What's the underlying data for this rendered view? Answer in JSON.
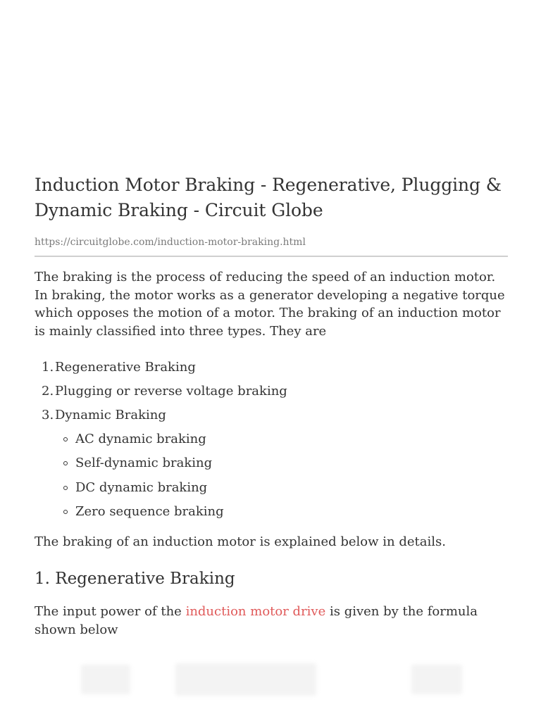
{
  "article": {
    "title": "Induction Motor Braking - Regenerative, Plugging & Dynamic Braking - Circuit Globe",
    "url": "https://circuitglobe.com/induction-motor-braking.html",
    "intro": "The braking is the process of reducing the speed of an induction motor. In braking, the motor works as a generator developing a negative torque which opposes the motion of a motor. The braking of an induction motor is mainly classified into three types. They are",
    "types": [
      {
        "number": "1.",
        "label": "Regenerative Braking"
      },
      {
        "number": "2.",
        "label": "Plugging or reverse voltage braking"
      },
      {
        "number": "3.",
        "label": "Dynamic Braking"
      }
    ],
    "subtypes": [
      "AC dynamic braking",
      "Self-dynamic braking",
      "DC dynamic braking",
      "Zero sequence braking"
    ],
    "explain": "The braking of an induction motor is explained below in details.",
    "section_heading": "1. Regenerative Braking",
    "para2": {
      "before": "The input power of the ",
      "link": "induction motor drive",
      "after": " is given by the formula shown below"
    }
  },
  "colors": {
    "text": "#333333",
    "url": "#7a7a7a",
    "link": "#e05a5a",
    "rule": "#cfcfcf"
  }
}
